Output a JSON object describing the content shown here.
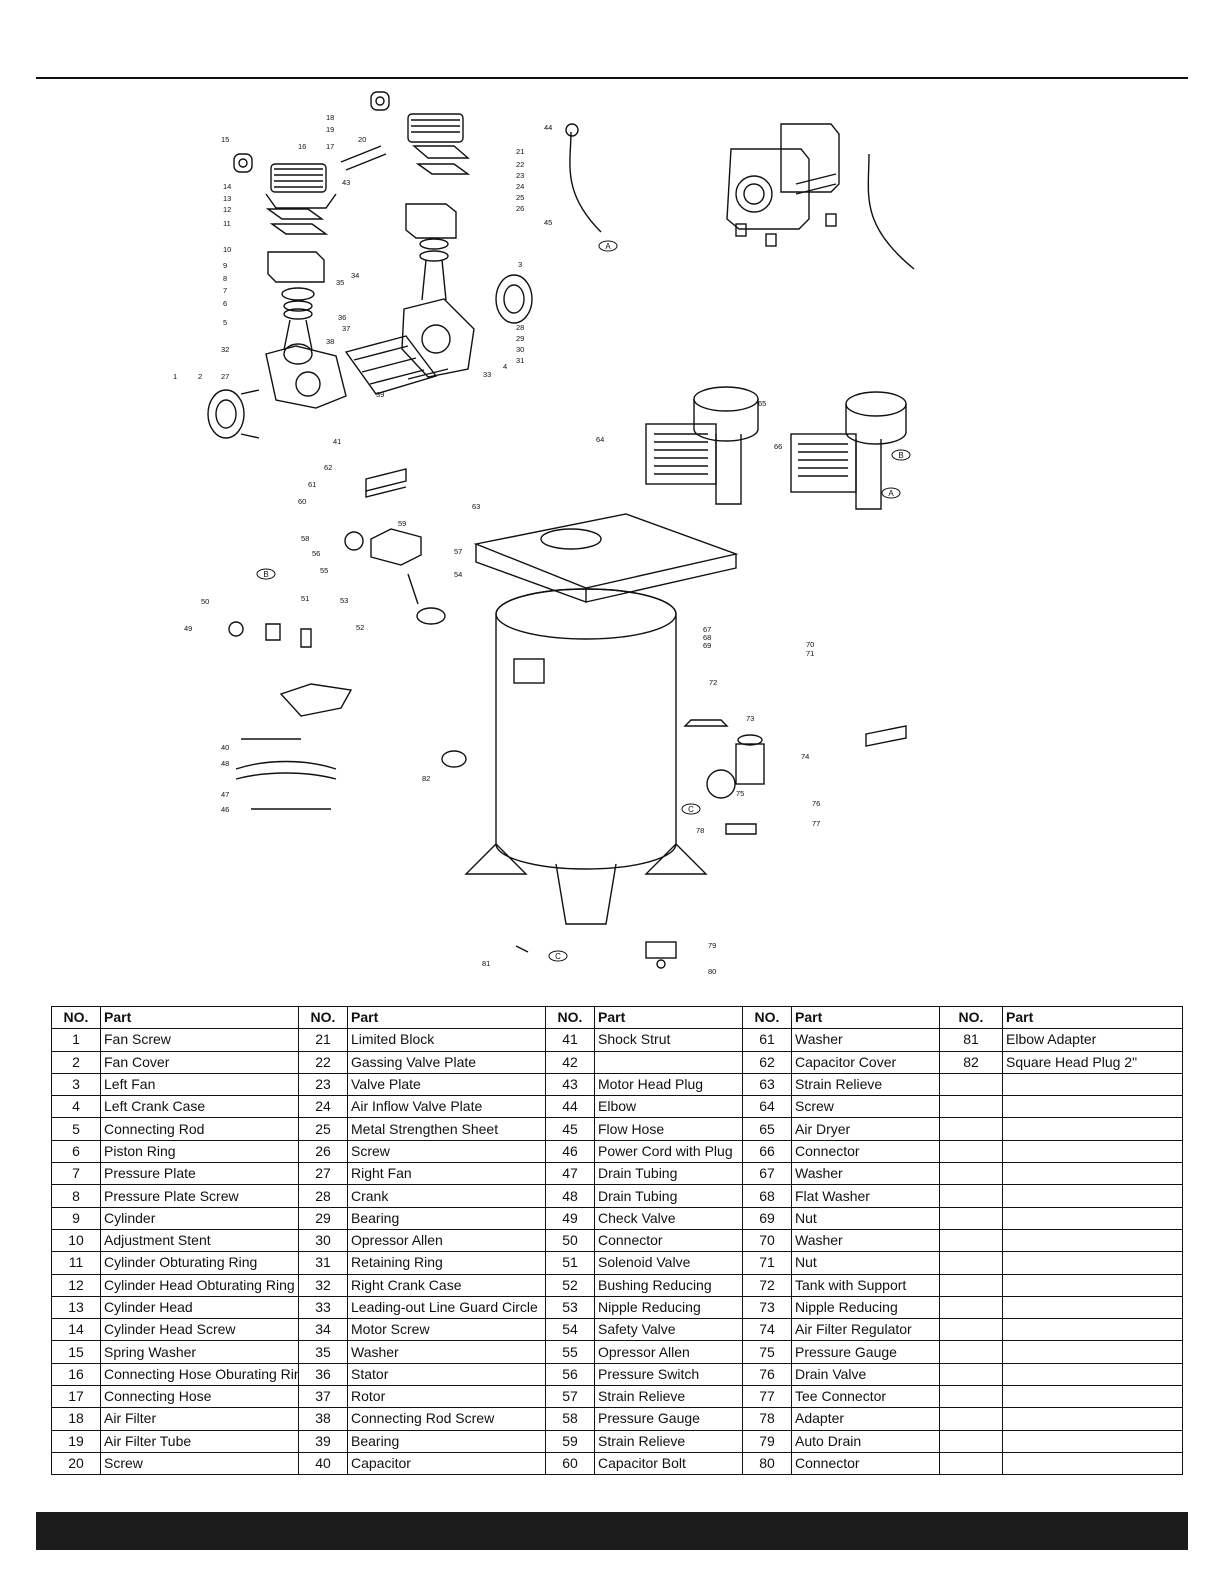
{
  "table": {
    "header_no": "NO.",
    "header_part": "Part",
    "rows": [
      [
        [
          "1",
          "Fan Screw"
        ],
        [
          "21",
          "Limited Block"
        ],
        [
          "41",
          "Shock Strut"
        ],
        [
          "61",
          "Washer"
        ],
        [
          "81",
          "Elbow Adapter"
        ]
      ],
      [
        [
          "2",
          "Fan Cover"
        ],
        [
          "22",
          "Gassing Valve Plate"
        ],
        [
          "42",
          ""
        ],
        [
          "62",
          "Capacitor Cover"
        ],
        [
          "82",
          "Square Head Plug 2\""
        ]
      ],
      [
        [
          "3",
          "Left Fan"
        ],
        [
          "23",
          "Valve Plate"
        ],
        [
          "43",
          "Motor Head Plug"
        ],
        [
          "63",
          "Strain Relieve"
        ],
        [
          "",
          ""
        ]
      ],
      [
        [
          "4",
          "Left Crank Case"
        ],
        [
          "24",
          "Air Inflow Valve Plate"
        ],
        [
          "44",
          "Elbow"
        ],
        [
          "64",
          "Screw"
        ],
        [
          "",
          ""
        ]
      ],
      [
        [
          "5",
          "Connecting Rod"
        ],
        [
          "25",
          "Metal Strengthen Sheet"
        ],
        [
          "45",
          "Flow Hose"
        ],
        [
          "65",
          "Air Dryer"
        ],
        [
          "",
          ""
        ]
      ],
      [
        [
          "6",
          "Piston Ring"
        ],
        [
          "26",
          "Screw"
        ],
        [
          "46",
          "Power Cord with Plug"
        ],
        [
          "66",
          "Connector"
        ],
        [
          "",
          ""
        ]
      ],
      [
        [
          "7",
          "Pressure Plate"
        ],
        [
          "27",
          "Right Fan"
        ],
        [
          "47",
          "Drain Tubing"
        ],
        [
          "67",
          "Washer"
        ],
        [
          "",
          ""
        ]
      ],
      [
        [
          "8",
          "Pressure Plate Screw"
        ],
        [
          "28",
          "Crank"
        ],
        [
          "48",
          "Drain Tubing"
        ],
        [
          "68",
          "Flat Washer"
        ],
        [
          "",
          ""
        ]
      ],
      [
        [
          "9",
          "Cylinder"
        ],
        [
          "29",
          "Bearing"
        ],
        [
          "49",
          "Check Valve"
        ],
        [
          "69",
          "Nut"
        ],
        [
          "",
          ""
        ]
      ],
      [
        [
          "10",
          "Adjustment Stent"
        ],
        [
          "30",
          "Opressor Allen"
        ],
        [
          "50",
          "Connector"
        ],
        [
          "70",
          "Washer"
        ],
        [
          "",
          ""
        ]
      ],
      [
        [
          "11",
          "Cylinder Obturating Ring"
        ],
        [
          "31",
          "Retaining Ring"
        ],
        [
          "51",
          "Solenoid Valve"
        ],
        [
          "71",
          "Nut"
        ],
        [
          "",
          ""
        ]
      ],
      [
        [
          "12",
          "Cylinder Head Obturating Ring"
        ],
        [
          "32",
          "Right Crank Case"
        ],
        [
          "52",
          "Bushing Reducing"
        ],
        [
          "72",
          "Tank with Support"
        ],
        [
          "",
          ""
        ]
      ],
      [
        [
          "13",
          "Cylinder Head"
        ],
        [
          "33",
          "Leading-out Line Guard Circle"
        ],
        [
          "53",
          "Nipple Reducing"
        ],
        [
          "73",
          "Nipple Reducing"
        ],
        [
          "",
          ""
        ]
      ],
      [
        [
          "14",
          "Cylinder Head Screw"
        ],
        [
          "34",
          "Motor Screw"
        ],
        [
          "54",
          "Safety Valve"
        ],
        [
          "74",
          "Air Filter Regulator"
        ],
        [
          "",
          ""
        ]
      ],
      [
        [
          "15",
          "Spring Washer"
        ],
        [
          "35",
          "Washer"
        ],
        [
          "55",
          "Opressor Allen"
        ],
        [
          "75",
          "Pressure Gauge"
        ],
        [
          "",
          ""
        ]
      ],
      [
        [
          "16",
          "Connecting Hose Oburating Ring"
        ],
        [
          "36",
          "Stator"
        ],
        [
          "56",
          "Pressure Switch"
        ],
        [
          "76",
          "Drain Valve"
        ],
        [
          "",
          ""
        ]
      ],
      [
        [
          "17",
          "Connecting Hose"
        ],
        [
          "37",
          "Rotor"
        ],
        [
          "57",
          "Strain Relieve"
        ],
        [
          "77",
          "Tee Connector"
        ],
        [
          "",
          ""
        ]
      ],
      [
        [
          "18",
          "Air Filter"
        ],
        [
          "38",
          "Connecting Rod Screw"
        ],
        [
          "58",
          "Pressure Gauge"
        ],
        [
          "78",
          "Adapter"
        ],
        [
          "",
          ""
        ]
      ],
      [
        [
          "19",
          "Air Filter Tube"
        ],
        [
          "39",
          "Bearing"
        ],
        [
          "59",
          "Strain Relieve"
        ],
        [
          "79",
          "Auto Drain"
        ],
        [
          "",
          ""
        ]
      ],
      [
        [
          "20",
          "Screw"
        ],
        [
          "40",
          "Capacitor"
        ],
        [
          "60",
          "Capacitor Bolt"
        ],
        [
          "80",
          "Connector"
        ],
        [
          "",
          ""
        ]
      ]
    ]
  },
  "diagram": {
    "callout_a": "A",
    "callout_b": "B",
    "callout_c": "C",
    "numbers": [
      "1",
      "2",
      "3",
      "4",
      "5",
      "6",
      "7",
      "8",
      "9",
      "10",
      "11",
      "12",
      "13",
      "14",
      "15",
      "16",
      "17",
      "18",
      "19",
      "20",
      "21",
      "22",
      "23",
      "24",
      "25",
      "26",
      "27",
      "28",
      "29",
      "30",
      "31",
      "32",
      "33",
      "34",
      "35",
      "36",
      "37",
      "38",
      "39",
      "40",
      "41",
      "43",
      "44",
      "45",
      "46",
      "47",
      "48",
      "49",
      "50",
      "51",
      "52",
      "53",
      "54",
      "55",
      "56",
      "57",
      "58",
      "59",
      "60",
      "61",
      "62",
      "63",
      "64",
      "65",
      "66",
      "67",
      "68",
      "69",
      "70",
      "71",
      "72",
      "73",
      "74",
      "75",
      "76",
      "77",
      "78",
      "79",
      "80",
      "81",
      "82"
    ]
  }
}
